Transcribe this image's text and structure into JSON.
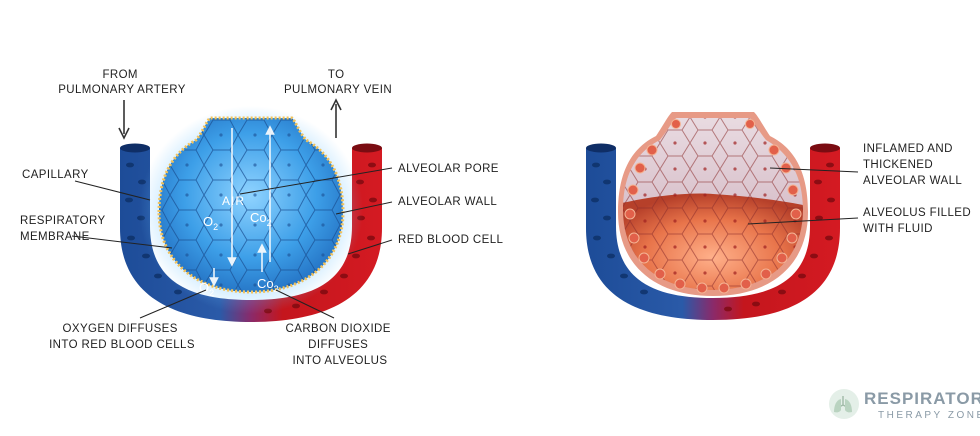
{
  "normal": {
    "from_artery": [
      "FROM",
      "PULMONARY ARTERY"
    ],
    "to_vein": [
      "TO",
      "PULMONARY VEIN"
    ],
    "capillary": [
      "CAPILLARY"
    ],
    "respiratory_membrane": [
      "RESPIRATORY",
      "MEMBRANE"
    ],
    "alveolar_pore": [
      "ALVEOLAR PORE"
    ],
    "alveolar_wall": [
      "ALVEOLAR WALL"
    ],
    "red_blood_cell": [
      "RED BLOOD CELL"
    ],
    "oxygen_diffuses": [
      "OXYGEN DIFFUSES",
      "INTO RED BLOOD CELLS"
    ],
    "co2_diffuses": [
      "CARBON DIOXIDE",
      "DIFFUSES",
      "INTO ALVEOLUS"
    ],
    "air": "AIR",
    "o2": "O",
    "o2_sub": "2",
    "co2": "Co",
    "co2_sub": "2"
  },
  "inflamed": {
    "inflamed_wall": [
      "INFLAMED AND",
      "THICKENED",
      "ALVEOLAR WALL"
    ],
    "filled_fluid": [
      "ALVEOLUS FILLED",
      "WITH FLUID"
    ]
  },
  "brand": {
    "name": "RESPIRATORY",
    "sub": "THERAPY ZONE",
    "color": "#8a9aa6"
  },
  "colors": {
    "vessel_blue": "#1f4f9a",
    "vessel_red": "#c8191f",
    "alveolus_blue": "#3a9be6",
    "fluid_orange": "#e8744a"
  }
}
